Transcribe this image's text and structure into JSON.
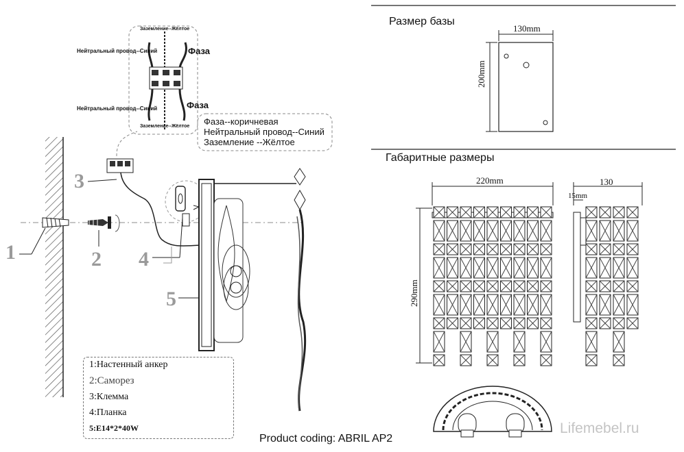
{
  "wiring": {
    "ground_top": "Заземление--Жёлтое",
    "neutral_top": "Нейтральный провод--Синий",
    "phase_top": "Фаза",
    "neutral_bottom": "Нейтральный провод--Синий",
    "phase_bottom": "Фаза",
    "ground_bottom": "Заземление--Жёлтое"
  },
  "color_legend": {
    "phase": "Фаза--коричневая",
    "neutral": "Нейтральный провод--Синий",
    "ground": "Заземление --Жёлтое"
  },
  "callouts": [
    "1",
    "2",
    "3",
    "4",
    "5"
  ],
  "parts_legend": [
    "1:Настенный анкер",
    "2:Саморез",
    "3:Клемма",
    "4:Планка",
    "5:E14*2*40W"
  ],
  "base": {
    "title": "Размер базы",
    "width_label": "130mm",
    "height_label": "200mm"
  },
  "overall": {
    "title": "Габаритные размеры",
    "width_label": "220mm",
    "height_label": "290mm",
    "depth_label": "130",
    "offset_label": "15mm"
  },
  "footer": {
    "product_coding": "Product coding: ABRIL AP2",
    "watermark": "Lifemebel.ru"
  }
}
